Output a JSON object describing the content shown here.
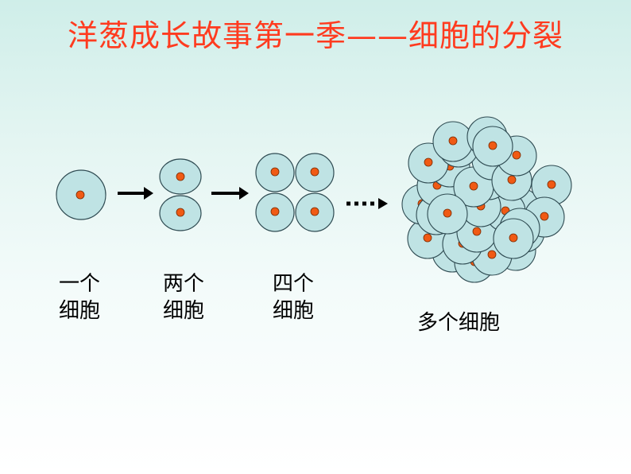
{
  "title": "洋葱成长故事第一季——细胞的分裂",
  "stages": [
    {
      "label_line1": "一个",
      "label_line2": "细胞"
    },
    {
      "label_line1": "两个",
      "label_line2": "细胞"
    },
    {
      "label_line1": "四个",
      "label_line2": "细胞"
    },
    {
      "label_line1": "多个细胞",
      "label_line2": ""
    }
  ],
  "colors": {
    "title": "#ff3b1f",
    "cell_fill": "#bfe3e4",
    "cell_stroke": "#2f4b52",
    "nucleus": "#f05a14"
  }
}
